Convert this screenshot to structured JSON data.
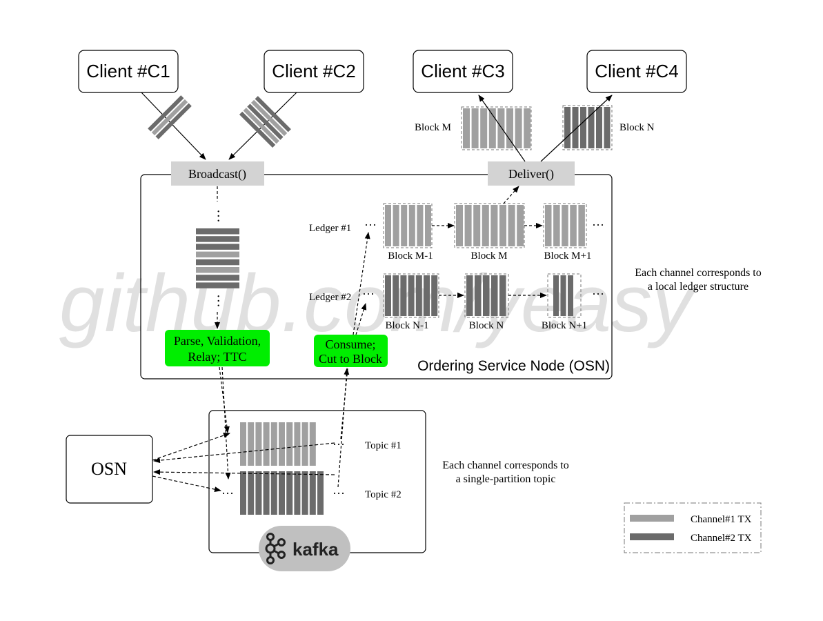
{
  "clients": {
    "c1": "Client #C1",
    "c2": "Client #C2",
    "c3": "Client #C3",
    "c4": "Client #C4"
  },
  "osn_panel": {
    "broadcast": "Broadcast()",
    "deliver": "Deliver()",
    "title": "Ordering Service Node (OSN)",
    "parse_line1": "Parse, Validation,",
    "parse_line2": "Relay; TTC",
    "consume_line1": "Consume;",
    "consume_line2": "Cut to Block"
  },
  "blocks": {
    "block_m": "Block M",
    "block_n": "Block N"
  },
  "ledgers": {
    "ledger1": {
      "label": "Ledger #1",
      "blocks": [
        "Block M-1",
        "Block M",
        "Block M+1"
      ]
    },
    "ledger2": {
      "label": "Ledger #2",
      "blocks": [
        "Block N-1",
        "Block N",
        "Block N+1"
      ]
    }
  },
  "notes": {
    "ledger_line1": "Each channel corresponds to",
    "ledger_line2": "a local ledger structure",
    "topic_line1": "Each channel corresponds to",
    "topic_line2": "a single-partition topic"
  },
  "kafka_panel": {
    "topic1": "Topic #1",
    "topic2": "Topic #2",
    "logo_text": "kafka"
  },
  "osn_box": "OSN",
  "legend": {
    "ch1": "Channel#1 TX",
    "ch2": "Channel#2 TX"
  },
  "colors": {
    "channel1": "#a0a0a0",
    "channel2": "#6b6b6b",
    "green": "#00ee00",
    "label_bg": "#d3d3d3",
    "kafka_bg": "#c0c0c0"
  },
  "ellipsis": "···",
  "watermark": "github.com/yeasy"
}
